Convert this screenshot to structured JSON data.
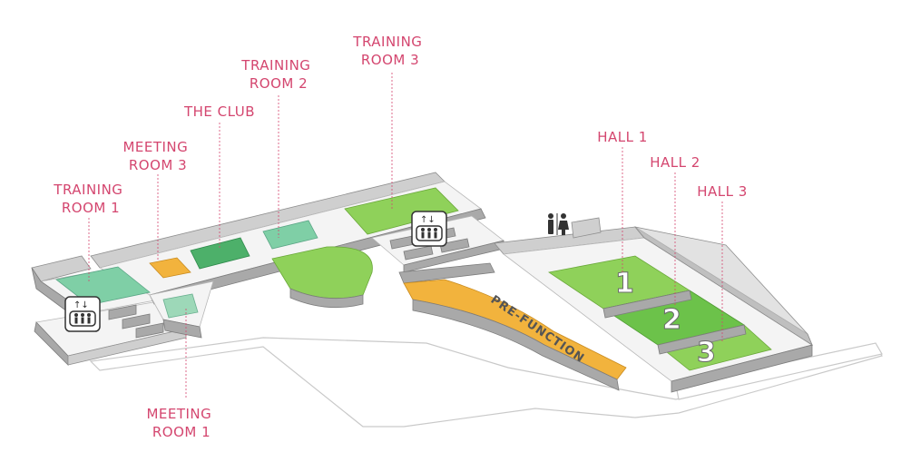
{
  "labels": {
    "training_room_3": [
      "TRAINING",
      "ROOM 3"
    ],
    "training_room_2": [
      "TRAINING",
      "ROOM 2"
    ],
    "the_club": [
      "THE CLUB"
    ],
    "meeting_room_3": [
      "MEETING",
      "ROOM 3"
    ],
    "training_room_1": [
      "TRAINING",
      "ROOM 1"
    ],
    "meeting_room_1": [
      "MEETING",
      "ROOM 1"
    ],
    "hall_1": [
      "HALL 1"
    ],
    "hall_2": [
      "HALL 2"
    ],
    "hall_3": [
      "HALL 3"
    ]
  },
  "floor_text": {
    "pre_function": "PRE-FUNCTION",
    "hall_numbers": [
      "1",
      "2",
      "3"
    ]
  },
  "colors": {
    "label": "#d4466f",
    "light_green": "#8fd15a",
    "mid_green": "#6cc24a",
    "teal": "#7fcfa6",
    "orange": "#f2b33d"
  },
  "icons": [
    "elevator-icon",
    "elevator-icon",
    "restroom-icon"
  ]
}
